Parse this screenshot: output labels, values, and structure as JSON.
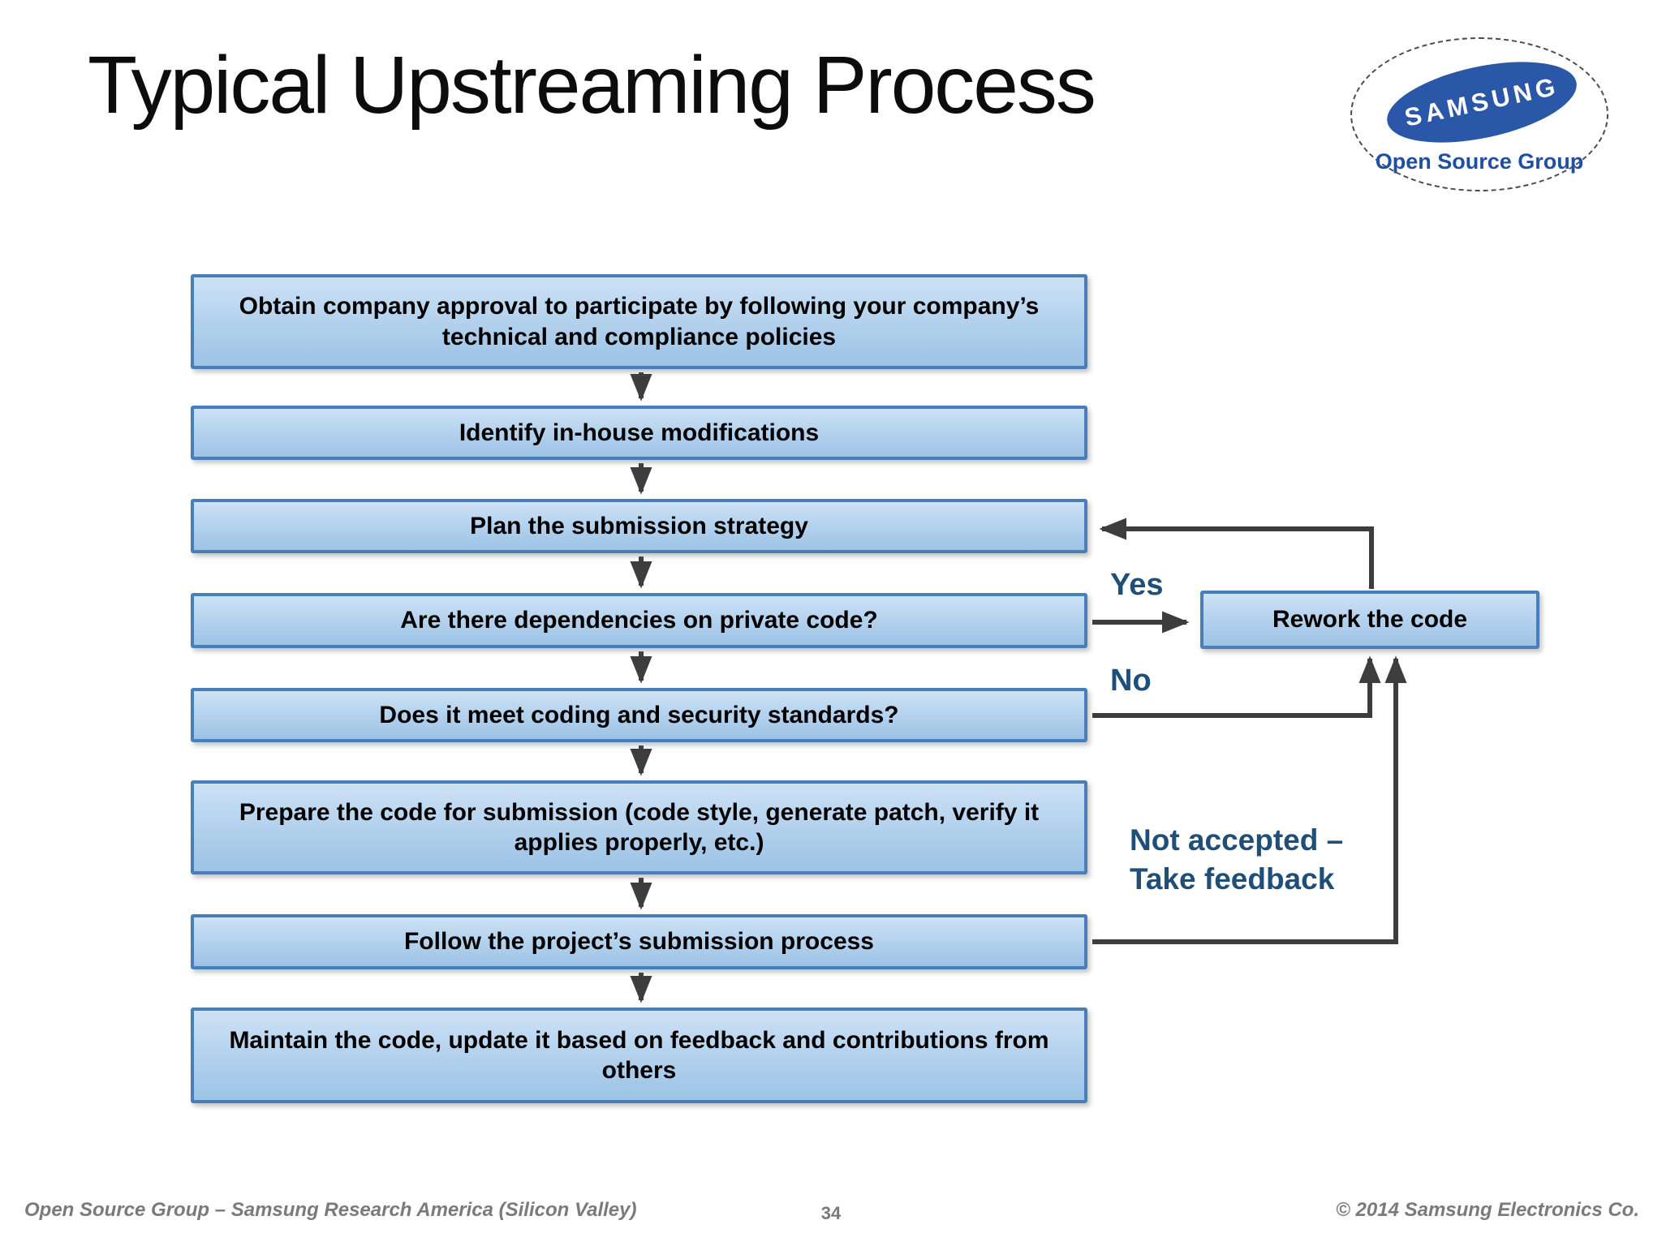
{
  "title": "Typical Upstreaming Process",
  "logo": {
    "brand": "SAMSUNG",
    "subtitle": "Open Source Group"
  },
  "flow": {
    "steps": [
      {
        "label": "Obtain company approval to participate by following your company’s technical and compliance policies"
      },
      {
        "label": "Identify in-house modifications"
      },
      {
        "label": "Plan the submission strategy"
      },
      {
        "label": "Are there dependencies on private code?"
      },
      {
        "label": "Does it meet coding and security standards?"
      },
      {
        "label": "Prepare the code for submission (code style, generate patch, verify it applies properly, etc.)"
      },
      {
        "label": "Follow the project’s submission process"
      },
      {
        "label": "Maintain the code, update it based on feedback and contributions from others"
      }
    ],
    "rework_label": "Rework the code",
    "edge_labels": {
      "yes": "Yes",
      "no": "No",
      "not_accepted_line1": "Not accepted –",
      "not_accepted_line2": "Take feedback"
    }
  },
  "footer": {
    "left": "Open Source Group –  Samsung Research America (Silicon Valley)",
    "page_number": "34",
    "right": "© 2014 Samsung Electronics Co."
  },
  "colors": {
    "box_border": "#4a7ebb",
    "box_fill_top": "#cde2f6",
    "box_fill_bottom": "#9cc3e5",
    "edge_label_blue": "#1f4e79",
    "connector_gray": "#3d3d3d",
    "samsung_blue": "#2a57a7",
    "footer_gray": "#7a7a7a"
  }
}
